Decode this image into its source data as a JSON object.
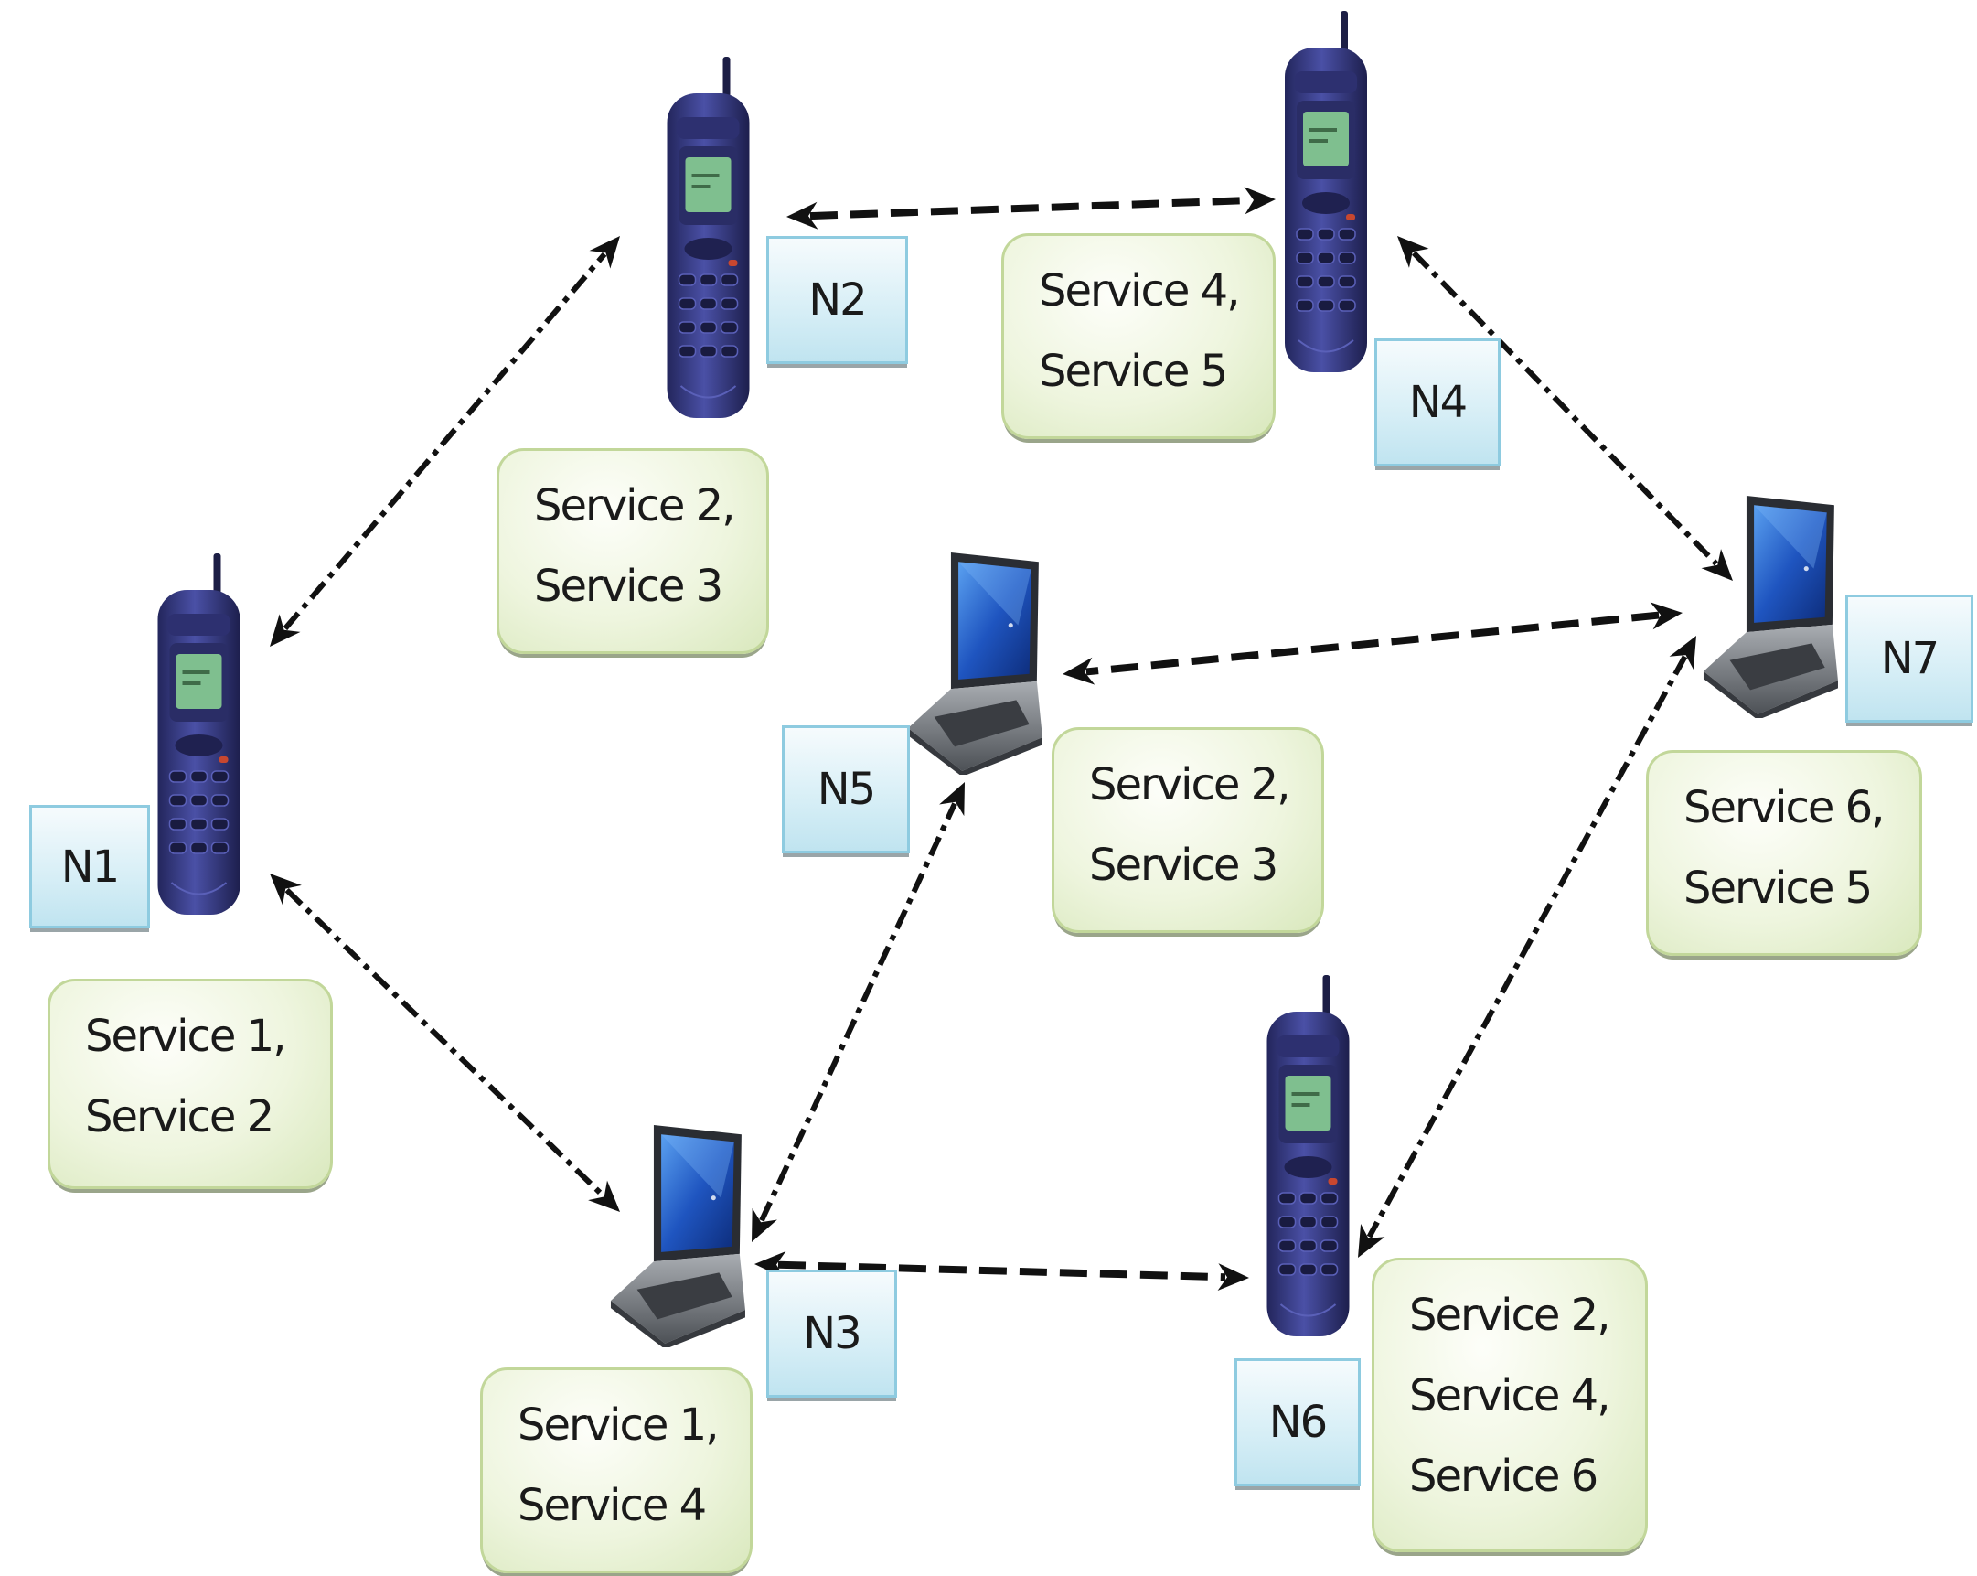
{
  "nodes": [
    {
      "id": "N1",
      "label": "N1",
      "device": "mobile-phone",
      "services": [
        "Service 1,",
        "Service 2"
      ]
    },
    {
      "id": "N2",
      "label": "N2",
      "device": "mobile-phone",
      "services": [
        "Service 2,",
        "Service 3"
      ]
    },
    {
      "id": "N3",
      "label": "N3",
      "device": "laptop",
      "services": [
        "Service 1,",
        "Service 4"
      ]
    },
    {
      "id": "N4",
      "label": "N4",
      "device": "mobile-phone",
      "services": [
        "Service 4,",
        "Service 5"
      ]
    },
    {
      "id": "N5",
      "label": "N5",
      "device": "laptop",
      "services": [
        "Service 2,",
        "Service 3"
      ]
    },
    {
      "id": "N6",
      "label": "N6",
      "device": "mobile-phone",
      "services": [
        "Service 2,",
        "Service 4,",
        "Service 6"
      ]
    },
    {
      "id": "N7",
      "label": "N7",
      "device": "laptop",
      "services": [
        "Service 6,",
        "Service 5"
      ]
    }
  ],
  "links": [
    {
      "from": "N1",
      "to": "N2",
      "style": "dash-dot",
      "arrows": "both"
    },
    {
      "from": "N1",
      "to": "N3",
      "style": "dash-dot",
      "arrows": "both"
    },
    {
      "from": "N2",
      "to": "N4",
      "style": "dashed",
      "arrows": "both"
    },
    {
      "from": "N4",
      "to": "N7",
      "style": "dash-dot",
      "arrows": "both"
    },
    {
      "from": "N7",
      "to": "N5",
      "style": "dashed",
      "arrows": "both"
    },
    {
      "from": "N7",
      "to": "N6",
      "style": "dash-dot",
      "arrows": "both"
    },
    {
      "from": "N3",
      "to": "N5",
      "style": "dash-dot",
      "arrows": "both"
    },
    {
      "from": "N3",
      "to": "N6",
      "style": "dashed",
      "arrows": "both"
    }
  ],
  "colors": {
    "phone_body": "#3b3f8a",
    "phone_screen": "#7fbf8f",
    "laptop_screen": "#1e4fb0",
    "laptop_body": "#6f7378",
    "label_fill": "#d6eef6",
    "service_fill": "#eef5de",
    "arrow": "#111111"
  }
}
